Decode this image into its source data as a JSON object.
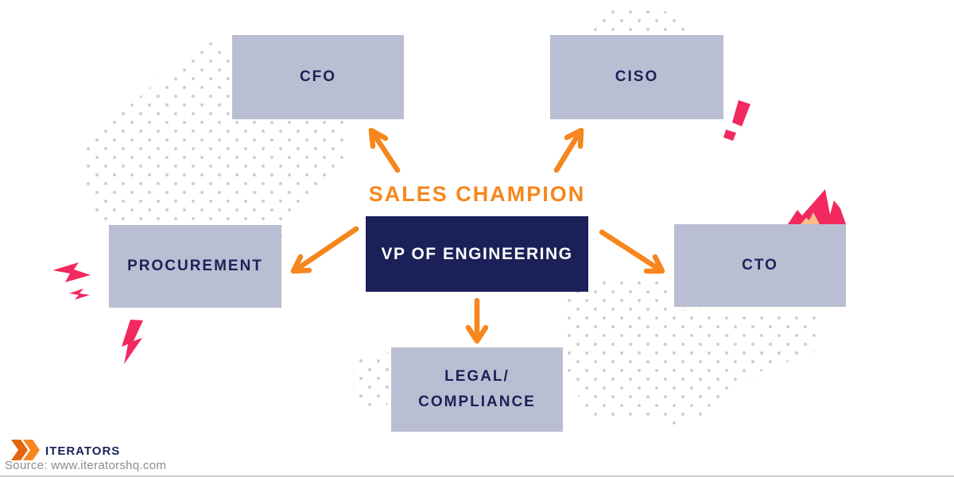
{
  "diagram": {
    "heading": "SALES CHAMPION",
    "center_role": "VP OF ENGINEERING",
    "stakeholders": [
      {
        "id": "cfo",
        "label": "CFO"
      },
      {
        "id": "ciso",
        "label": "CISO"
      },
      {
        "id": "procurement",
        "label": "PROCUREMENT"
      },
      {
        "id": "cto",
        "label": "CTO"
      },
      {
        "id": "legal",
        "label": "LEGAL/ COMPLIANCE",
        "line1": "LEGAL/",
        "line2": "COMPLIANCE"
      }
    ]
  },
  "decorations": {
    "arrow_icons": [
      "arrow-to-cfo",
      "arrow-to-ciso",
      "arrow-to-procurement",
      "arrow-to-cto",
      "arrow-to-legal"
    ],
    "accent_icons": [
      "exclamation-icon",
      "flame-icon",
      "lightning-bolt-icon",
      "lightning-bolt-small-icon",
      "lightning-bolt-vertical-icon"
    ],
    "dot_clusters": [
      "dots-top-left",
      "dots-above-ciso",
      "dots-right-middle",
      "dots-left-of-legal"
    ]
  },
  "footer": {
    "brand": "ITERATORS",
    "source": "Source: www.iteratorshq.com"
  },
  "theme": {
    "navy": "#1b2158",
    "orange": "#f6861d",
    "pink": "#f1295f",
    "peach": "#f9be8b",
    "box_fill": "#b9bed2",
    "dot_color": "#c9cdda",
    "divider": "#cbcbcb",
    "muted_text": "#8c8c8c"
  }
}
